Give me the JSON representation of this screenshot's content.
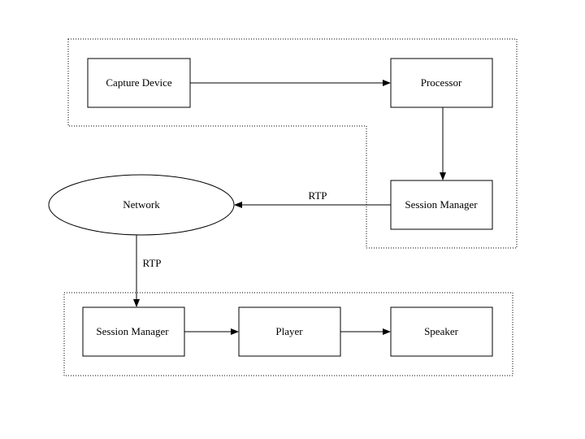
{
  "nodes": {
    "capture_device": "Capture Device",
    "processor": "Processor",
    "session_manager_sender": "Session Manager",
    "network": "Network",
    "session_manager_receiver": "Session Manager",
    "player": "Player",
    "speaker": "Speaker"
  },
  "edges": {
    "sender_to_network_label": "RTP",
    "network_to_receiver_label": "RTP"
  },
  "colors": {
    "stroke": "#000000",
    "background": "#ffffff"
  }
}
